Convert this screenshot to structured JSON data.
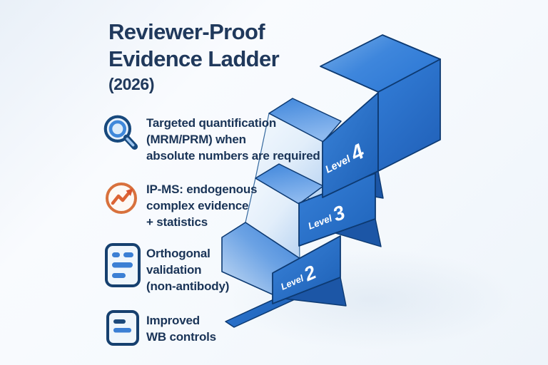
{
  "title": {
    "line1": "Reviewer-Proof",
    "line2": "Evidence Ladder",
    "year": "(2026)"
  },
  "items": [
    {
      "icon": "magnifier-icon",
      "line1": "Targeted quantification",
      "line2": "(MRM/PRM) when",
      "line3": "absolute numbers are required"
    },
    {
      "icon": "trend-up-icon",
      "line1": "IP-MS: endogenous",
      "line2": "complex evidence",
      "line3": "+ statistics"
    },
    {
      "icon": "checklist-document-icon",
      "line1": "Orthogonal",
      "line2": "validation",
      "line3": "(non-antibody)"
    },
    {
      "icon": "document-icon",
      "line1": "Improved",
      "line2": "WB controls"
    }
  ],
  "ladder": {
    "steps": [
      {
        "label": "Level",
        "number": "2"
      },
      {
        "label": "Level",
        "number": "3"
      },
      {
        "label": "Level",
        "number": "4"
      }
    ]
  },
  "colors": {
    "step_front_blue": "#2a74cc",
    "step_top_blue": "#3b82d8",
    "tread_light_blue": "#dce9f8",
    "outline_navy": "#0d3a72",
    "accent_orange": "#dd7540",
    "text_navy": "#1a3457",
    "background": "#f5f9fd"
  }
}
